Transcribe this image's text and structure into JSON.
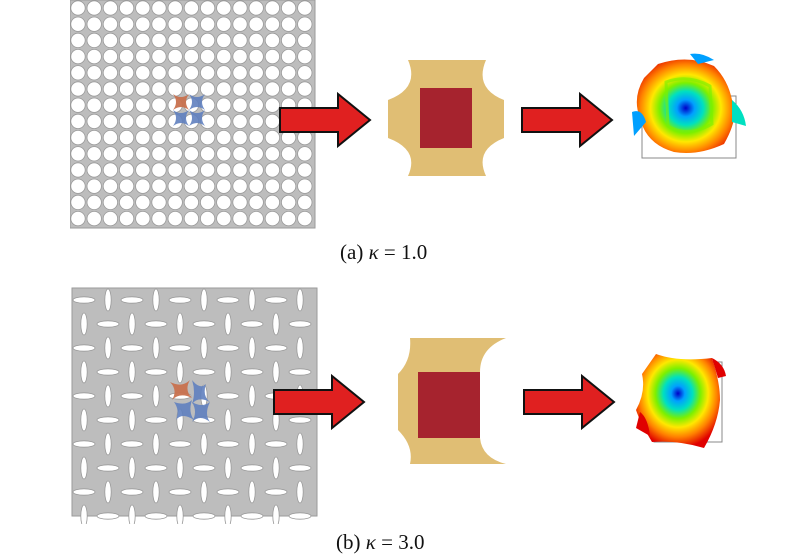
{
  "figure": {
    "panels": [
      {
        "id": "a",
        "label": "(a)",
        "symbol": "κ",
        "relation": "=",
        "value": "1.0"
      },
      {
        "id": "b",
        "label": "(b)",
        "symbol": "κ",
        "relation": "=",
        "value": "3.0"
      }
    ],
    "colors": {
      "lattice": "#bdbdbd",
      "lattice_edge": "#9a9a9a",
      "unit_cell_highlight": "#c8714e",
      "neighbor_highlight": "#5f7fbf",
      "cell_frame": "#e0be74",
      "cell_core": "#a6232e",
      "arrow_fill": "#e02020",
      "arrow_stroke": "#111111",
      "mode_colormap": [
        "#0000c8",
        "#00a0ff",
        "#00e0c0",
        "#7cf000",
        "#ffe800",
        "#ff8000",
        "#e00000"
      ]
    }
  }
}
